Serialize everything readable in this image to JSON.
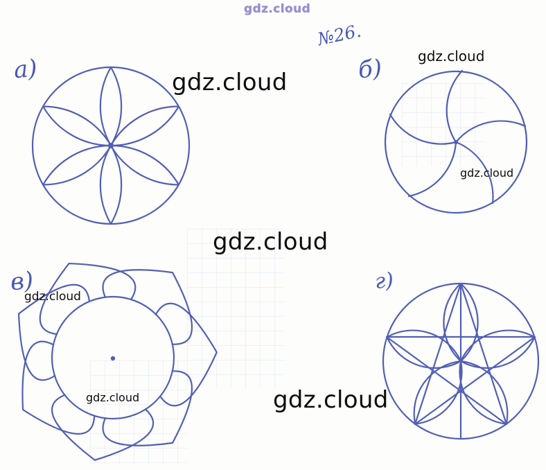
{
  "page": {
    "task_number": "№26."
  },
  "figure_labels": {
    "a": "а)",
    "b": "б)",
    "v": "в)",
    "g": "г)"
  },
  "watermarks": {
    "header": "gdz.cloud",
    "figure_a": "gdz.cloud",
    "figure_b_top": "gdz.cloud",
    "figure_b_inner": "gdz.cloud",
    "page_center": "gdz.cloud",
    "figure_v_top": "gdz.cloud",
    "figure_v_inner": "gdz.cloud",
    "figure_g": "gdz.cloud"
  },
  "figures": {
    "a": "six-petal-rosette-in-circle",
    "b": "curved-pinwheel-in-circle",
    "v": "circle-with-center-dot-and-outer-petals",
    "g": "pentagram-star-with-arc-petals-in-circle"
  },
  "colors": {
    "ink_blue": "#3444aa",
    "watermark_black": "#0c0c0c",
    "watermark_header_purple": "#9188cf",
    "paper": "#fdfdfc"
  }
}
